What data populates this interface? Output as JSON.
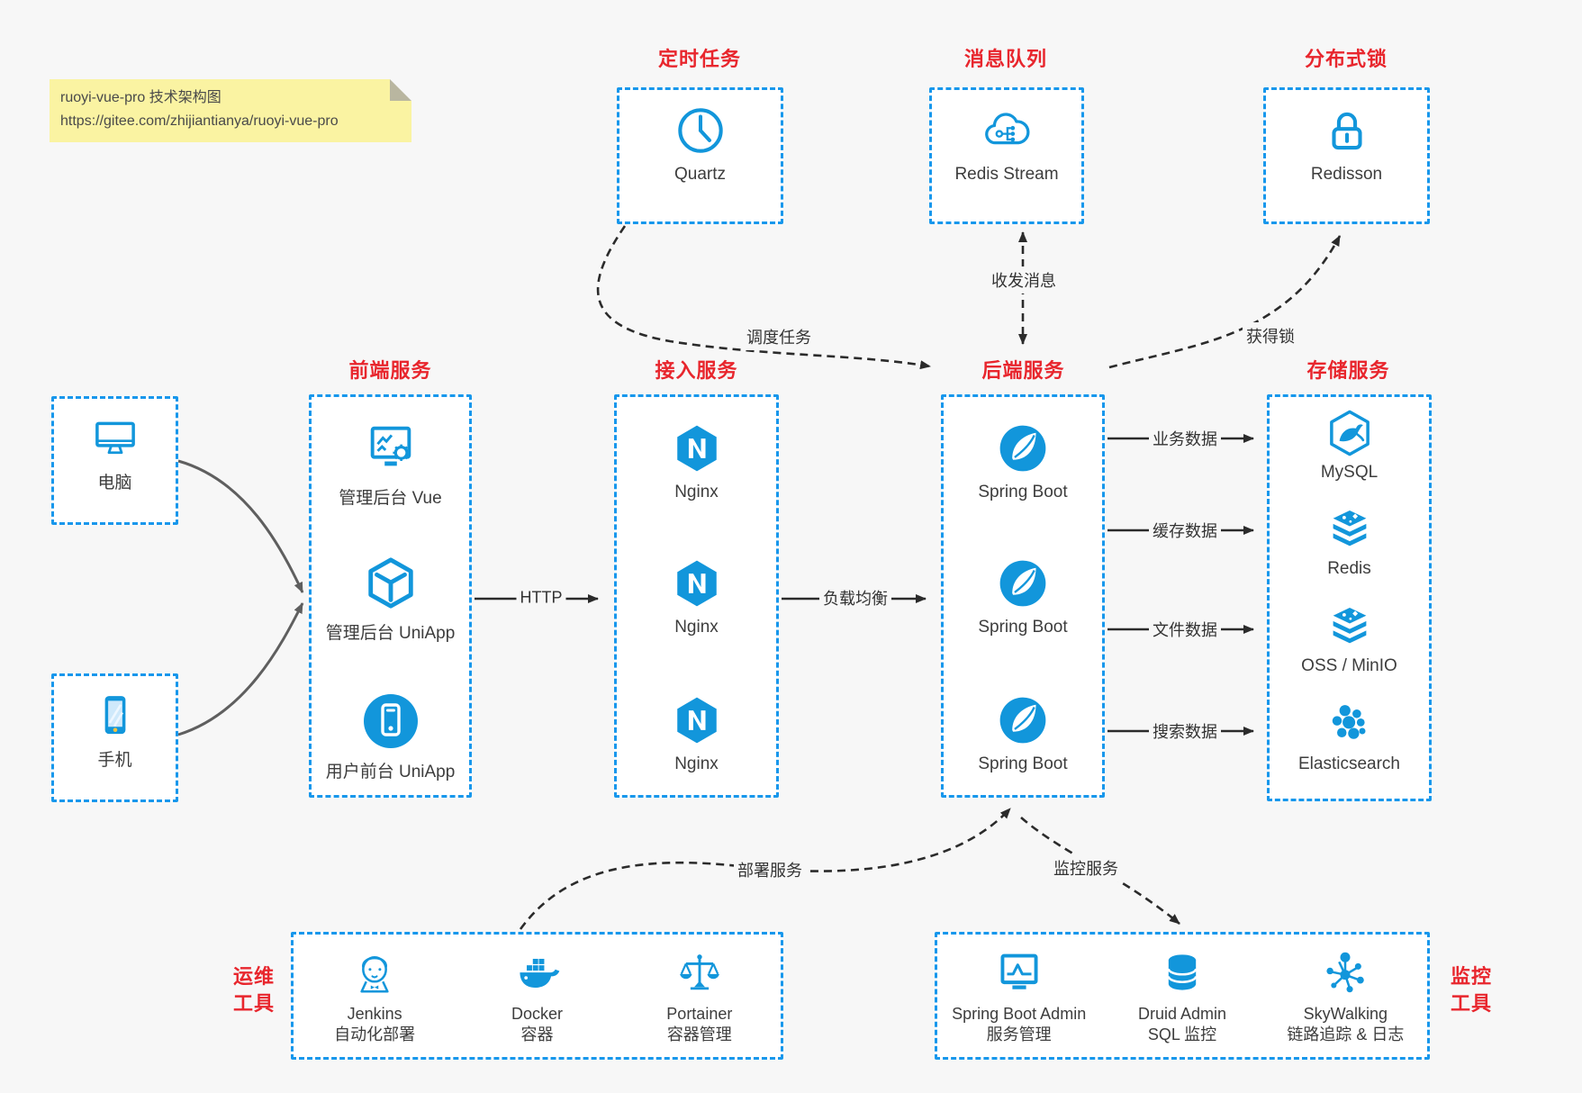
{
  "colors": {
    "accent_blue": "#1296db",
    "border_blue": "#1797ec",
    "title_red": "#e8262d",
    "note_yellow": "#faf3a2",
    "canvas_bg": "#f7f7f7",
    "arrow_dark": "#333333",
    "arrow_gray": "#5f5f5f"
  },
  "note": {
    "line1": "ruoyi-vue-pro 技术架构图",
    "line2": "https://gitee.com/zhijiantianya/ruoyi-vue-pro"
  },
  "groups": {
    "scheduler": {
      "title": "定时任务",
      "items": [
        {
          "label": "Quartz",
          "icon": "clock-icon"
        }
      ]
    },
    "mq": {
      "title": "消息队列",
      "items": [
        {
          "label": "Redis Stream",
          "icon": "cloud-stream-icon"
        }
      ]
    },
    "lock": {
      "title": "分布式锁",
      "items": [
        {
          "label": "Redisson",
          "icon": "lock-icon"
        }
      ]
    },
    "clients": {
      "items": [
        {
          "label": "电脑",
          "icon": "desktop-icon"
        },
        {
          "label": "手机",
          "icon": "mobile-icon"
        }
      ]
    },
    "frontend": {
      "title": "前端服务",
      "items": [
        {
          "label": "管理后台 Vue",
          "icon": "admin-vue-icon"
        },
        {
          "label": "管理后台 UniApp",
          "icon": "cube-icon"
        },
        {
          "label": "用户前台 UniApp",
          "icon": "user-app-icon"
        }
      ]
    },
    "gateway": {
      "title": "接入服务",
      "items": [
        {
          "label": "Nginx",
          "icon": "nginx-icon"
        },
        {
          "label": "Nginx",
          "icon": "nginx-icon"
        },
        {
          "label": "Nginx",
          "icon": "nginx-icon"
        }
      ]
    },
    "backend": {
      "title": "后端服务",
      "items": [
        {
          "label": "Spring Boot",
          "icon": "spring-icon"
        },
        {
          "label": "Spring Boot",
          "icon": "spring-icon"
        },
        {
          "label": "Spring Boot",
          "icon": "spring-icon"
        }
      ]
    },
    "storage": {
      "title": "存储服务",
      "items": [
        {
          "label": "MySQL",
          "icon": "mysql-icon"
        },
        {
          "label": "Redis",
          "icon": "layers-icon"
        },
        {
          "label": "OSS / MinIO",
          "icon": "layers-icon"
        },
        {
          "label": "Elasticsearch",
          "icon": "elasticsearch-icon"
        }
      ]
    },
    "ops": {
      "title_line1": "运维",
      "title_line2": "工具",
      "items": [
        {
          "name": "Jenkins",
          "desc": "自动化部署",
          "icon": "jenkins-icon"
        },
        {
          "name": "Docker",
          "desc": "容器",
          "icon": "docker-icon"
        },
        {
          "name": "Portainer",
          "desc": "容器管理",
          "icon": "portainer-icon"
        }
      ]
    },
    "monitor": {
      "title_line1": "监控",
      "title_line2": "工具",
      "items": [
        {
          "name": "Spring Boot Admin",
          "desc": "服务管理",
          "icon": "monitor-chart-icon"
        },
        {
          "name": "Druid Admin",
          "desc": "SQL 监控",
          "icon": "database-icon"
        },
        {
          "name": "SkyWalking",
          "desc": "链路追踪 & 日志",
          "icon": "topology-icon"
        }
      ]
    }
  },
  "edges": {
    "http": {
      "label": "HTTP"
    },
    "load_balance": {
      "label": "负载均衡"
    },
    "schedule": {
      "label": "调度任务"
    },
    "message": {
      "label": "收发消息"
    },
    "get_lock": {
      "label": "获得锁"
    },
    "biz": {
      "label": "业务数据"
    },
    "cache": {
      "label": "缓存数据"
    },
    "file": {
      "label": "文件数据"
    },
    "search": {
      "label": "搜索数据"
    },
    "deploy": {
      "label": "部署服务"
    },
    "monitoring": {
      "label": "监控服务"
    }
  }
}
